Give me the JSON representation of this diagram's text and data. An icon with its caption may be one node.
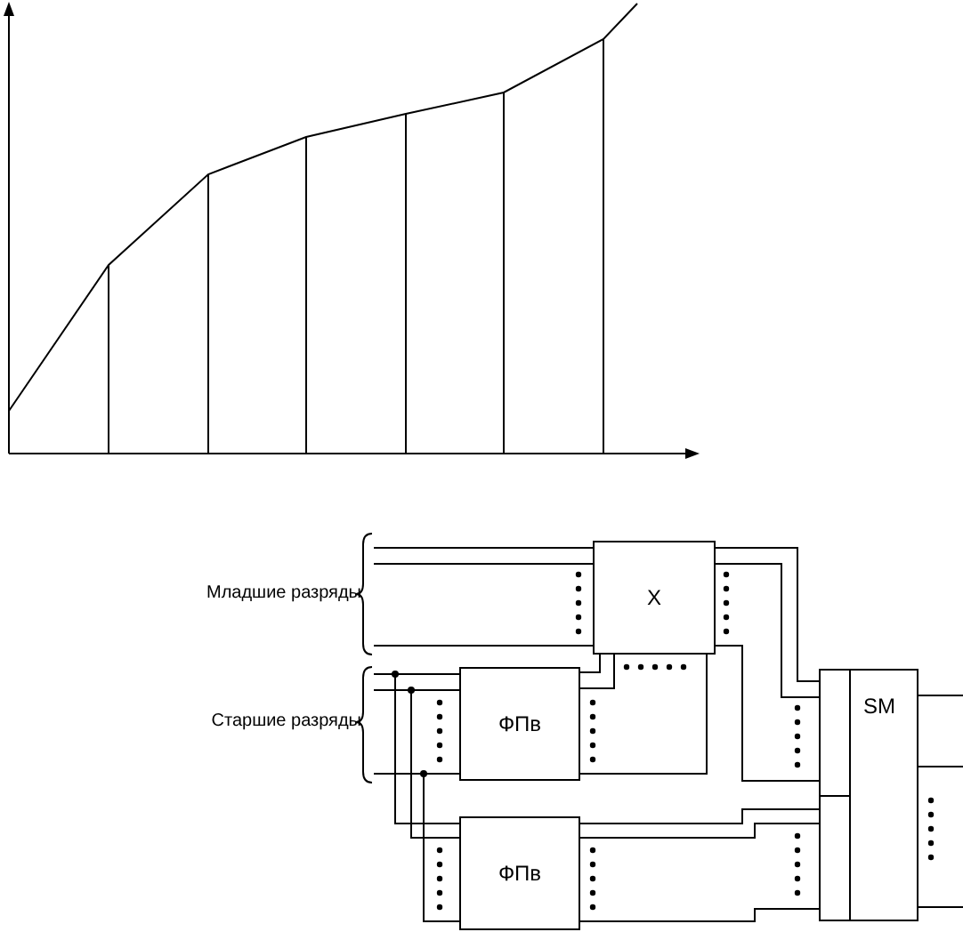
{
  "diagram": {
    "nodes": [
      {
        "text": [
          "Младшие разряды"
        ]
      },
      {
        "text": [
          "Старшие разряды"
        ]
      },
      {
        "text": [
          "X"
        ]
      },
      {
        "text": [
          "ФПв"
        ]
      },
      {
        "text": [
          "ФПв"
        ]
      },
      {
        "text": [
          "SM"
        ]
      }
    ],
    "edges": [
      {
        "from": 0,
        "to": 2,
        "arrow": "none"
      },
      {
        "from": 0,
        "to": 2,
        "arrow": "none"
      },
      {
        "from": 0,
        "to": 2,
        "arrow": "none"
      },
      {
        "from": 1,
        "to": 3,
        "arrow": "none"
      },
      {
        "from": 1,
        "to": 3,
        "arrow": "none"
      },
      {
        "from": 1,
        "to": 3,
        "arrow": "none"
      },
      {
        "from": 1,
        "to": 4,
        "arrow": "none"
      },
      {
        "from": 1,
        "to": 4,
        "arrow": "none"
      },
      {
        "from": 1,
        "to": 4,
        "arrow": "none"
      },
      {
        "from": 3,
        "to": 2,
        "arrow": "none"
      },
      {
        "from": 3,
        "to": 2,
        "arrow": "none"
      },
      {
        "from": 3,
        "to": 2,
        "arrow": "none"
      },
      {
        "from": 2,
        "to": 5,
        "arrow": "none"
      },
      {
        "from": 2,
        "to": 5,
        "arrow": "none"
      },
      {
        "from": 2,
        "to": 5,
        "arrow": "none"
      },
      {
        "from": 4,
        "to": 5,
        "arrow": "none"
      },
      {
        "from": 4,
        "to": 5,
        "arrow": "none"
      },
      {
        "from": 4,
        "to": 5,
        "arrow": "none"
      },
      {
        "from": 5,
        "to": null,
        "arrow": "none"
      },
      {
        "from": 5,
        "to": null,
        "arrow": "none"
      },
      {
        "from": 5,
        "to": null,
        "arrow": "none"
      }
    ]
  }
}
